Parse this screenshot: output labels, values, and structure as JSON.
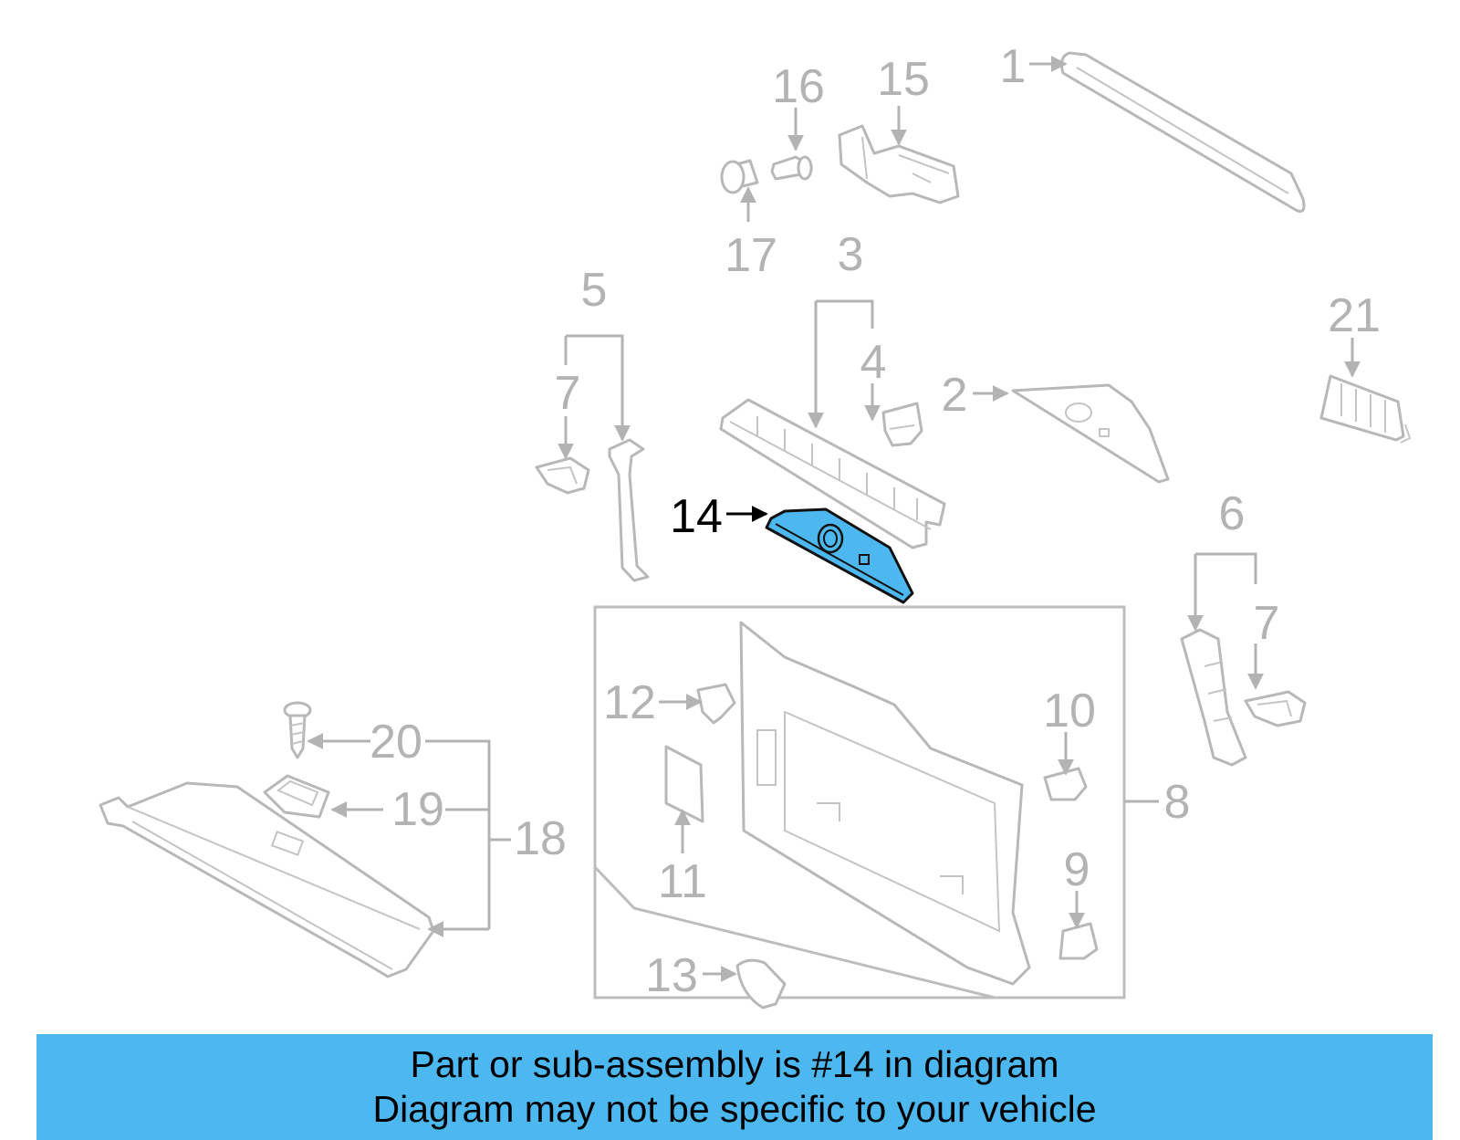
{
  "colors": {
    "highlight": "#4db8ef",
    "banner": "#4db8ef",
    "part_lines": "#b8b8b8",
    "callout_text": "#b3b3b3",
    "highlight_text": "#000000"
  },
  "highlighted_callout": "14",
  "callouts": {
    "c1": "1",
    "c2": "2",
    "c3": "3",
    "c4": "4",
    "c5": "5",
    "c6": "6",
    "c7a": "7",
    "c7b": "7",
    "c8": "8",
    "c9": "9",
    "c10": "10",
    "c11": "11",
    "c12": "12",
    "c13": "13",
    "c14": "14",
    "c15": "15",
    "c16": "16",
    "c17": "17",
    "c18": "18",
    "c19": "19",
    "c20": "20",
    "c21": "21"
  },
  "banner": {
    "line1": "Part or sub-assembly is #14 in diagram",
    "line2": "Diagram may not be specific to your vehicle"
  }
}
